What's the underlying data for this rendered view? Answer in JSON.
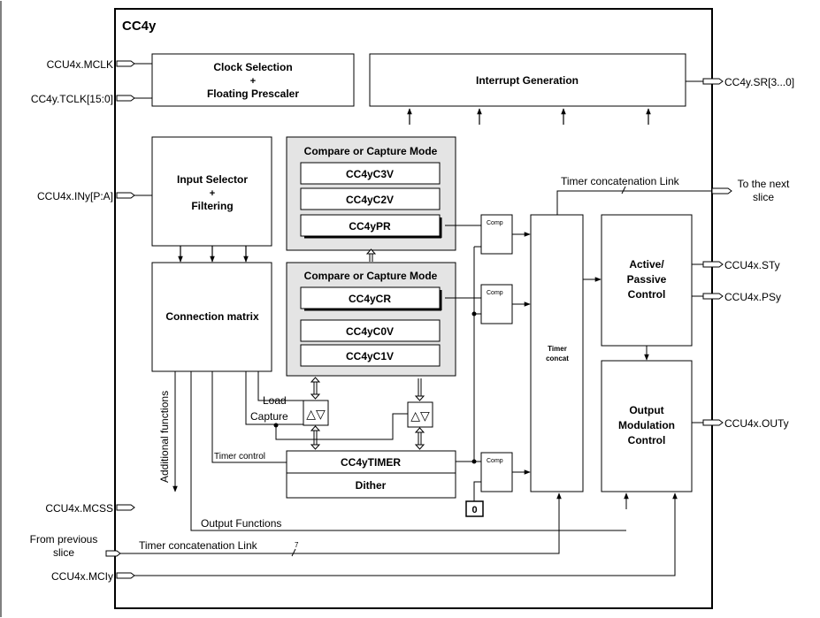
{
  "outer": {
    "border_color": "#000000",
    "left_frame": "#000000"
  },
  "main": {
    "title": "CC4y",
    "clock": {
      "line1": "Clock Selection",
      "line2": "+",
      "line3": "Floating Prescaler"
    },
    "interrupt": {
      "label": "Interrupt Generation"
    },
    "input_selector": {
      "line1": "Input Selector",
      "line2": "+",
      "line3": "Filtering"
    },
    "connection_matrix": {
      "label": "Connection matrix"
    },
    "compare_top": {
      "title": "Compare or Capture Mode",
      "reg1": "CC4yC3V",
      "reg2": "CC4yC2V",
      "reg3": "CC4yPR"
    },
    "compare_bottom": {
      "title": "Compare or Capture Mode",
      "reg1": "CC4yCR",
      "reg2": "CC4yC0V",
      "reg3": "CC4yC1V"
    },
    "timer": {
      "label": "CC4yTIMER",
      "dither": "Dither"
    },
    "comp": {
      "label": "Comp"
    },
    "zero": "0",
    "timer_concat": {
      "line1": "Timer",
      "line2": "concat"
    },
    "active_passive": {
      "line1": "Active/",
      "line2": "Passive",
      "line3": "Control"
    },
    "output_mod": {
      "line1": "Output",
      "line2": "Modulation",
      "line3": "Control"
    },
    "labels": {
      "load": "Load",
      "capture": "Capture",
      "timer_control": "Timer control",
      "additional_functions": "Additional functions",
      "output_functions": "Output Functions",
      "tcl_top": "Timer concatenation Link",
      "tcl_bottom": "Timer concatenation Link",
      "bus7": "7"
    }
  },
  "signals": {
    "mclk": "CCU4x.MCLK",
    "tclk": "CC4y.TCLK[15:0]",
    "iny": "CCU4x.INy[P:A]",
    "mcss": "CCU4x.MCSS",
    "prev_line1": "From previous",
    "prev_line2": "slice",
    "mciy": "CCU4x.MCIy",
    "sr": "CC4y.SR[3...0]",
    "next_line1": "To the next",
    "next_line2": "slice",
    "sty": "CCU4x.STy",
    "psy": "CCU4x.PSy",
    "outy": "CCU4x.OUTy"
  }
}
